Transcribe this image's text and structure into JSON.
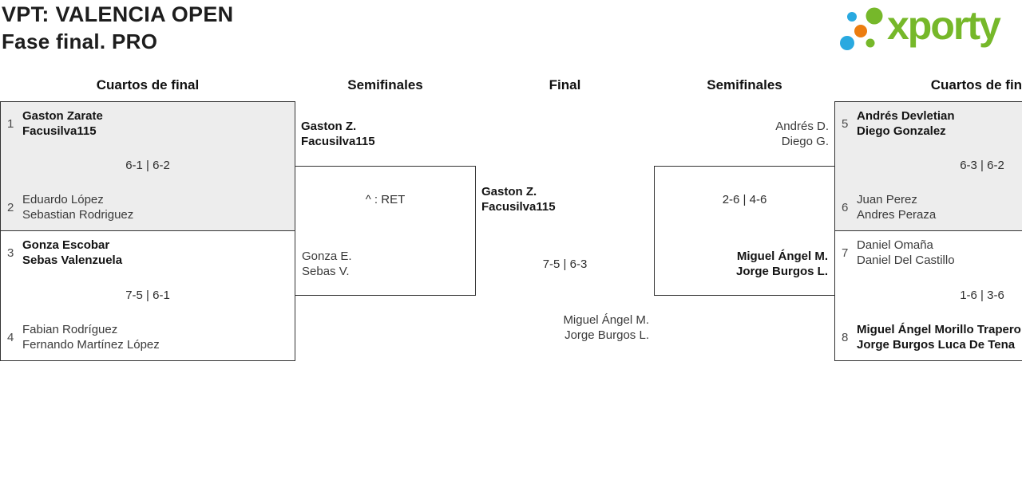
{
  "header": {
    "title": "VPT: VALENCIA OPEN",
    "subtitle": "Fase final. PRO",
    "logo_text": "xporty"
  },
  "brand_colors": {
    "logo_green": "#76b82a",
    "logo_blue": "#29a9e0",
    "logo_orange": "#ec7d10"
  },
  "ui_colors": {
    "box_border": "#333333",
    "highlight_box_bg": "#ededed"
  },
  "rounds": {
    "qf_left": "Cuartos de final",
    "sf_left": "Semifinales",
    "final": "Final",
    "sf_right": "Semifinales",
    "qf_right": "Cuartos de final"
  },
  "bracket": {
    "m1": {
      "seed_top": "1",
      "top1": "Gaston Zarate",
      "top2": "Facusilva115",
      "score": "6-1 | 6-2",
      "seed_bottom": "2",
      "bot1": "Eduardo López",
      "bot2": "Sebastian Rodriguez"
    },
    "m2": {
      "seed_top": "3",
      "top1": "Gonza Escobar",
      "top2": "Sebas Valenzuela",
      "score": "7-5 | 6-1",
      "seed_bottom": "4",
      "bot1": "Fabian Rodríguez",
      "bot2": "Fernando Martínez López"
    },
    "m3": {
      "seed_top": "5",
      "top1": "Andrés Devletian",
      "top2": "Diego Gonzalez",
      "score": "6-3 | 6-2",
      "seed_bottom": "6",
      "bot1": "Juan Perez",
      "bot2": "Andres Peraza"
    },
    "m4": {
      "seed_top": "7",
      "top1": "Daniel Omaña",
      "top2": "Daniel Del Castillo",
      "score": "1-6 | 3-6",
      "seed_bottom": "8",
      "bot1": "Miguel Ángel Morillo Trapero",
      "bot2": "Jorge Burgos Luca De Tena"
    },
    "sf_left": {
      "winner1": "Gaston Z.",
      "winner2": "Facusilva115",
      "score": "^ : RET",
      "loser1": "Gonza E.",
      "loser2": "Sebas V."
    },
    "sf_right": {
      "loser1": "Andrés D.",
      "loser2": "Diego G.",
      "score": "2-6 | 4-6",
      "winner1": "Miguel Ángel M.",
      "winner2": "Jorge Burgos L."
    },
    "final": {
      "winner1": "Gaston Z.",
      "winner2": "Facusilva115",
      "score": "7-5 | 6-3",
      "loser1": "Miguel Ángel M.",
      "loser2": "Jorge Burgos L."
    }
  }
}
